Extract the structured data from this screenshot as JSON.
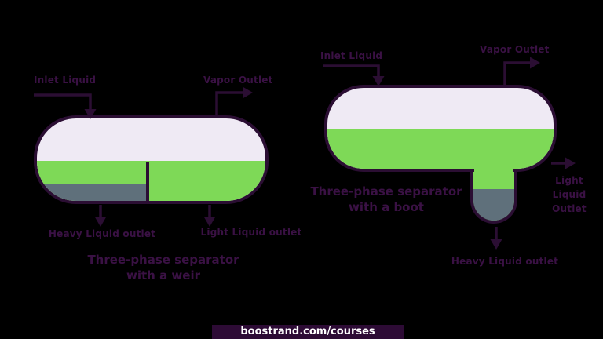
{
  "colors": {
    "background": "#000000",
    "outline": "#2b0e33",
    "label_text": "#3a1144",
    "vapor_fill": "#efeaf4",
    "light_liquid_fill": "#7ed957",
    "heavy_liquid_fill": "#5f707b",
    "footer_bar": "#2d0b35",
    "footer_text": "#ffffff"
  },
  "diagrams": [
    {
      "id": "weir-separator",
      "caption_line1": "Three-phase separator",
      "caption_line2": "with a weir",
      "labels": {
        "inlet": "Inlet Liquid",
        "vapor_outlet": "Vapor Outlet",
        "heavy_outlet": "Heavy Liquid outlet",
        "light_outlet": "Light Liquid outlet"
      }
    },
    {
      "id": "boot-separator",
      "caption_line1": "Three-phase separator",
      "caption_line2": "with a boot",
      "labels": {
        "inlet": "Inlet Liquid",
        "vapor_outlet": "Vapor Outlet",
        "heavy_outlet": "Heavy Liquid outlet",
        "light_outlet_line1": "Light",
        "light_outlet_line2": "Liquid",
        "light_outlet_line3": "Outlet"
      }
    }
  ],
  "footer": {
    "url": "boostrand.com/courses"
  }
}
